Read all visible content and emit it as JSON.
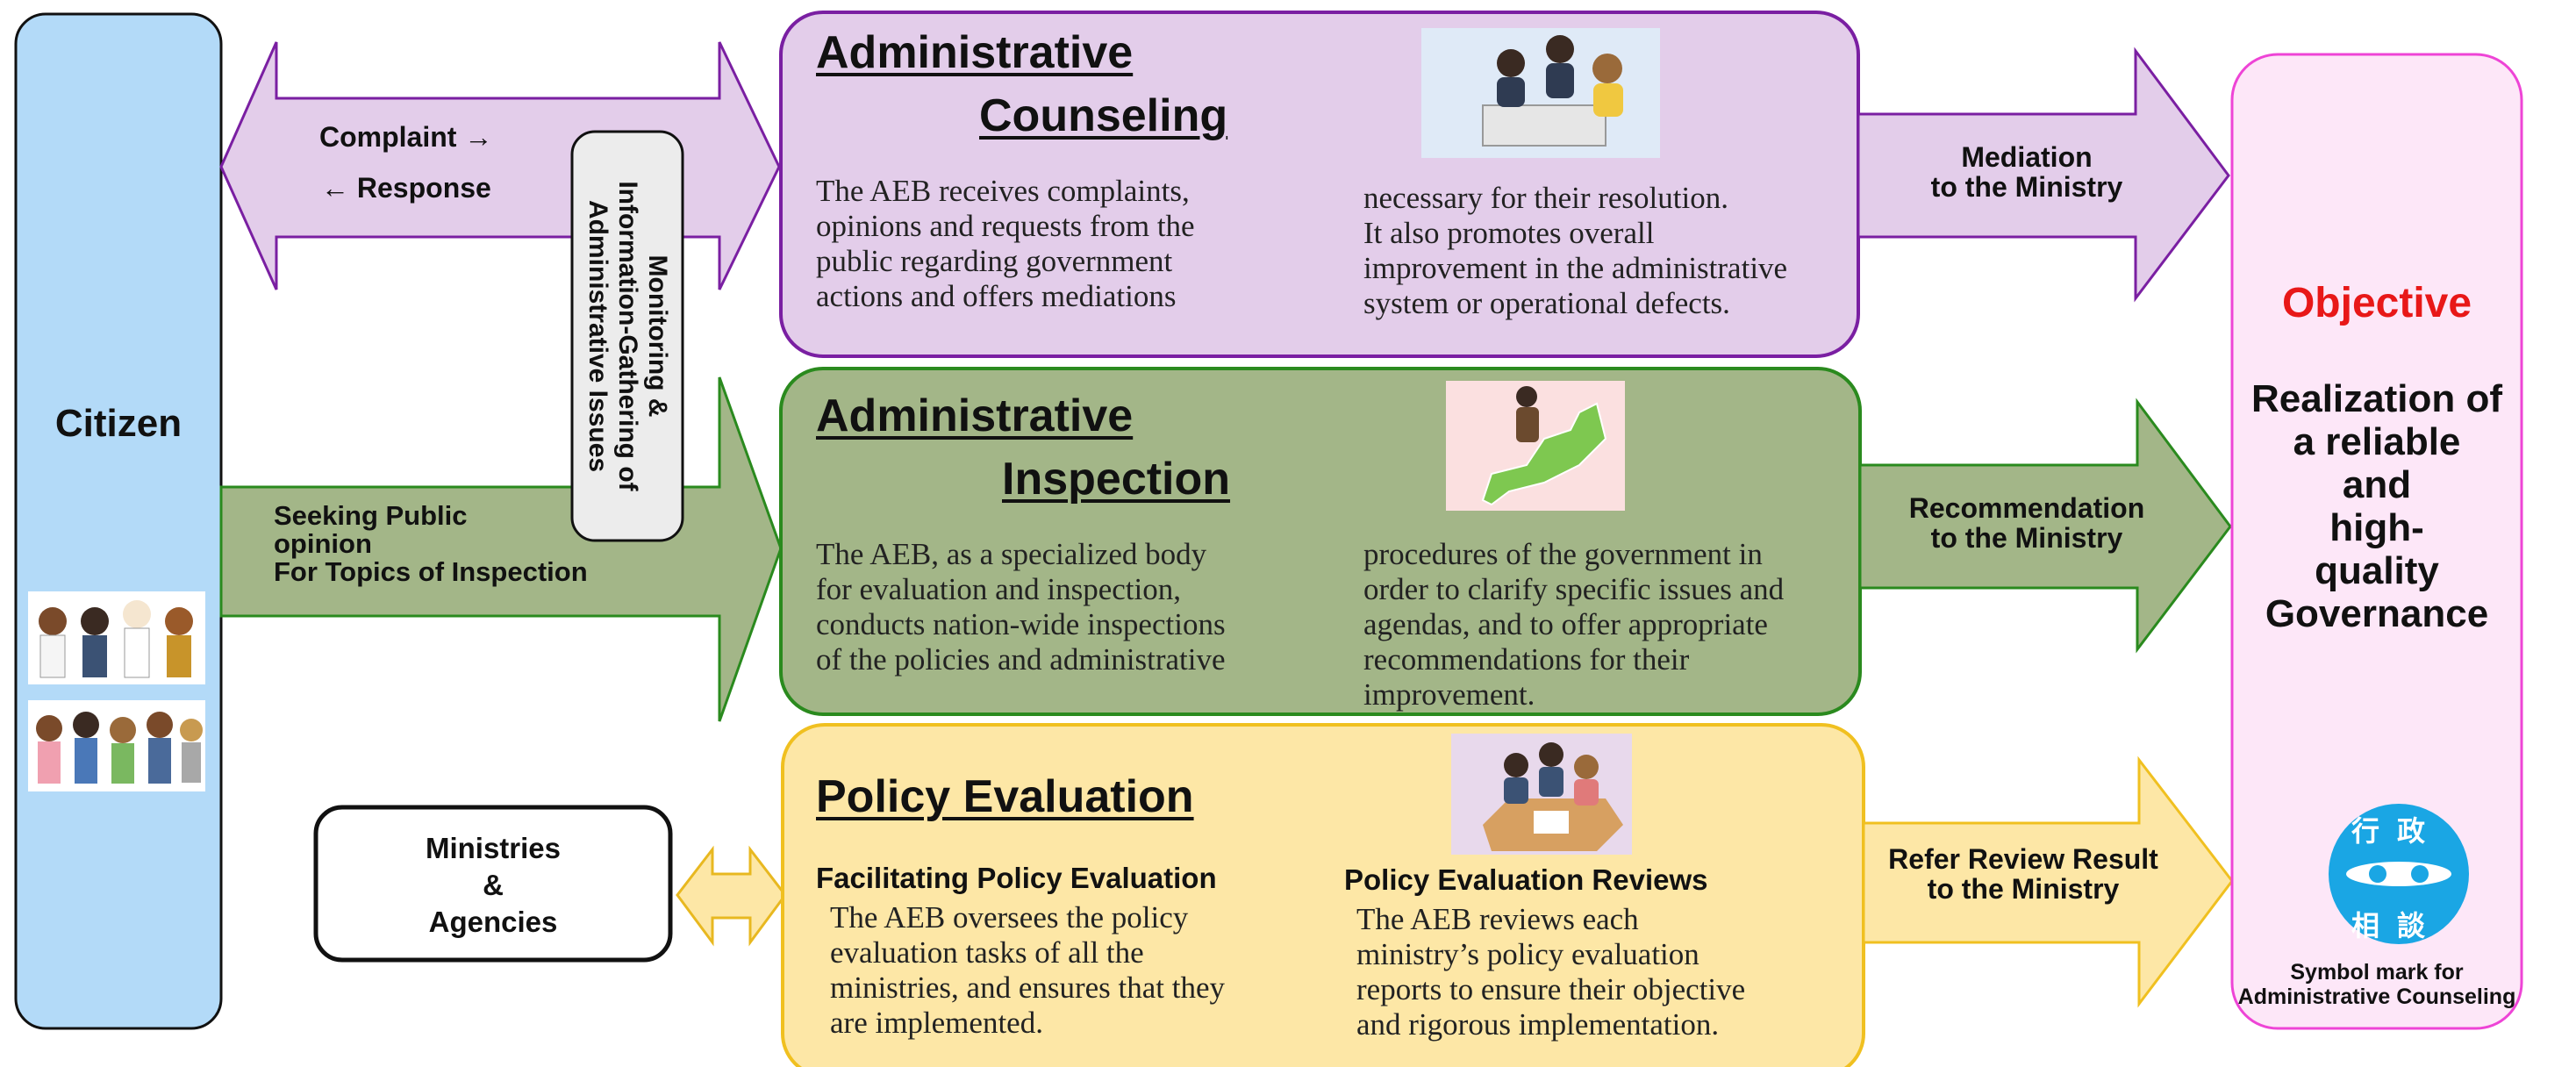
{
  "citizen": {
    "label": "Citizen"
  },
  "left_arrow": {
    "complaint": "Complaint →",
    "response": "← Response"
  },
  "monitoring": {
    "label": "Monitoring &\nInformation-Gathering of\nAdministrative Issues"
  },
  "public_opinion": {
    "label": "Seeking Public\nopinion\nFor Topics of Inspection"
  },
  "ministries": {
    "label": "Ministries\n&\nAgencies"
  },
  "counseling": {
    "title_line1": "Administrative",
    "title_line2": "Counseling",
    "text_left": "The AEB receives complaints,\nopinions and requests from the\npublic regarding government\nactions and offers mediations",
    "text_right": "necessary for their resolution.\nIt also promotes overall\nimprovement in the administrative\nsystem or operational defects.",
    "arrow_label": "Mediation\nto the Ministry"
  },
  "inspection": {
    "title_line1": "Administrative",
    "title_line2": "Inspection",
    "text_left": "The AEB, as a specialized body\nfor evaluation and inspection,\nconducts nation-wide inspections\nof the policies and administrative",
    "text_right": "procedures of the government in\norder to clarify specific issues and\nagendas, and to offer appropriate\nrecommendations for their\nimprovement.",
    "arrow_label": "Recommendation\nto the Ministry"
  },
  "policy": {
    "title": "Policy Evaluation",
    "sub_left": "Facilitating Policy Evaluation",
    "text_left": "The AEB oversees the policy\nevaluation tasks of all the\nministries, and ensures that they\nare implemented.",
    "sub_right": "Policy Evaluation Reviews",
    "text_right": "The AEB reviews each\nministry’s policy evaluation\nreports to ensure their objective\nand rigorous implementation.",
    "arrow_label": "Refer Review Result\nto the Ministry"
  },
  "objective": {
    "heading": "Objective",
    "text": "Realization of\na reliable\nand\nhigh-\nquality\nGovernance",
    "symbol_chars": [
      "行",
      "政",
      "相",
      "談"
    ],
    "symbol_caption": "Symbol mark for\nAdministrative Counseling"
  },
  "colors": {
    "citizen_fill": "#b3daf8",
    "purple_fill": "#e3cdea",
    "purple_border": "#7a1fa2",
    "green_fill": "#a3b688",
    "green_border": "#2a8a1e",
    "yellow_fill": "#fde7a6",
    "yellow_border": "#f0c020",
    "objective_fill": "#fde7f8",
    "objective_border": "#ee44d6",
    "objective_red": "#e81818",
    "symbol_blue": "#1aa6e4"
  }
}
